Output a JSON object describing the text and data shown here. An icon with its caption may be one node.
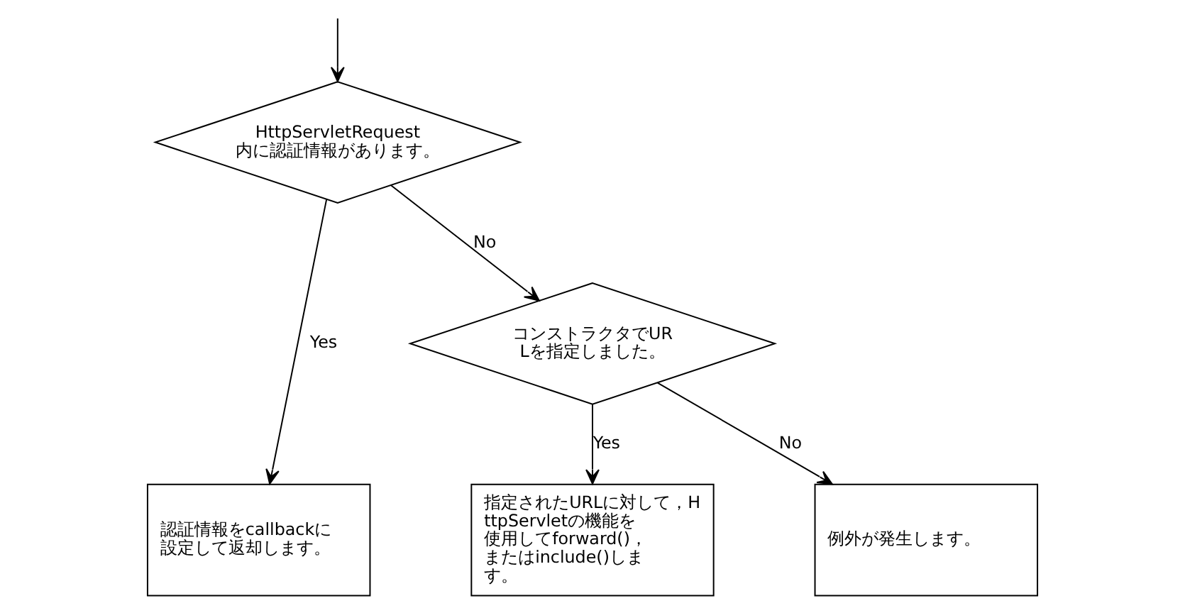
{
  "diagram": {
    "nodes": [
      {
        "text": [
          "HttpServletRequest内に認証情報があります。"
        ]
      },
      {
        "text": [
          "コンストラクタでURLを指定しました。"
        ]
      },
      {
        "text": [
          "認証情報をcallbackに設定して返却します。"
        ]
      },
      {
        "text": [
          "指定されたURLに対して，HttpServletの機能を使用してforward()，またはinclude()します。"
        ]
      },
      {
        "text": [
          "例外が発生します。"
        ]
      }
    ],
    "edges": [
      {
        "from": null,
        "to": 0,
        "arrow": "to"
      },
      {
        "from": 0,
        "to": 2,
        "arrow": "to",
        "label": "Yes"
      },
      {
        "from": 0,
        "to": 1,
        "arrow": "to",
        "label": "No"
      },
      {
        "from": 1,
        "to": 3,
        "arrow": "to",
        "label": "Yes"
      },
      {
        "from": 1,
        "to": 4,
        "arrow": "to",
        "label": "No"
      }
    ]
  }
}
